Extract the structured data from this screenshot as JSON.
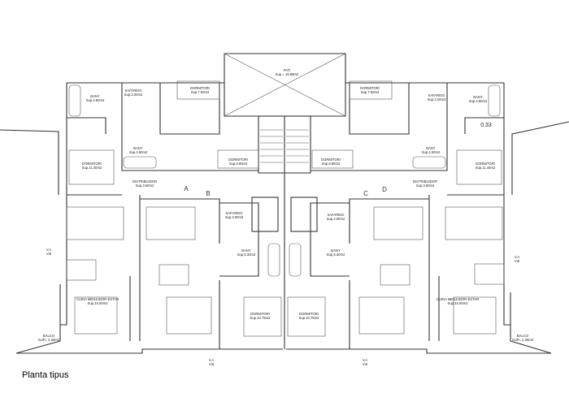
{
  "title": "Planta tipus",
  "rooms": [
    {
      "name": "PATI",
      "area": "Sup.= 19.88m2"
    },
    {
      "name": "BANY",
      "area": "Sup.4.80m2"
    },
    {
      "name": "SAFAREIG",
      "area": "Sup.2.30m2"
    },
    {
      "name": "DORMITORI",
      "area": "Sup.7.50m2"
    },
    {
      "name": "BANY",
      "area": "Sup.4.80m2"
    },
    {
      "name": "DORMITORI",
      "area": "Sup.11.40m2"
    },
    {
      "name": "DORMITORI",
      "area": "Sup.8.80m2"
    },
    {
      "name": "DISTRIBUIDOR",
      "area": "Sup.3.60m2"
    },
    {
      "name": "DORMITORI",
      "area": "Sup.7.50m2"
    },
    {
      "name": "SAFAREIG",
      "area": "Sup.2.30m2"
    },
    {
      "name": "BANY",
      "area": "Sup.4.80m2"
    },
    {
      "name": "BANY",
      "area": "Sup.4.30m2"
    },
    {
      "name": "DORMITORI",
      "area": "Sup.11.45m2"
    },
    {
      "name": "DORMITORI",
      "area": "Sup.8.80m2"
    },
    {
      "name": "DISTRIBUIDOR",
      "area": "Sup.3.60m2"
    },
    {
      "name": "SAFAREIG",
      "area": "Sup.2.00m2"
    },
    {
      "name": "BANY",
      "area": "Sup.5.30m2"
    },
    {
      "name": "SAFAREIG",
      "area": "Sup.2.00m2"
    },
    {
      "name": "BANY",
      "area": "Sup.5.30m2"
    },
    {
      "name": "CUINA MENJADOR ESTAR",
      "area": "Sup.34.00m2"
    },
    {
      "name": "CUINA MENJADOR ESTAR",
      "area": "Sup.34.00m2"
    },
    {
      "name": "DORMITORI",
      "area": "Sup.10.75m2"
    },
    {
      "name": "DORMITORI",
      "area": "Sup.10.75m2"
    },
    {
      "name": "BALCO",
      "area": "SUP= 2.35m2"
    },
    {
      "name": "BALCO",
      "area": "SUP= 2.35m2"
    }
  ],
  "doors": [
    "A",
    "B",
    "C",
    "D"
  ],
  "shafts": [
    {
      "a": "V.A",
      "b": "V.B"
    },
    {
      "a": "V.A",
      "b": "V.B"
    },
    {
      "a": "V.A",
      "b": "V.B"
    },
    {
      "a": "V.A",
      "b": "V.B"
    }
  ],
  "dimension_note": "0.33"
}
